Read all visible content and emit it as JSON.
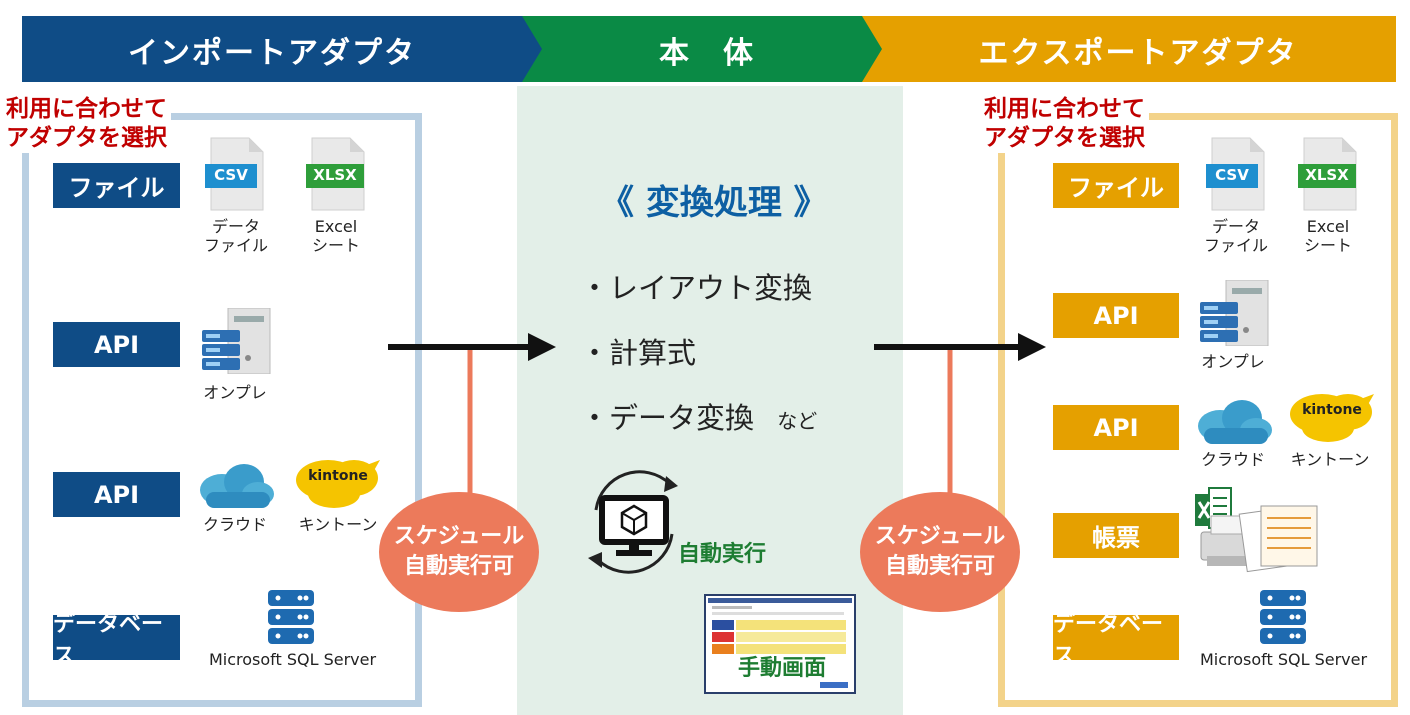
{
  "header": {
    "import_title": "インポートアダプタ",
    "core_title": "本　体",
    "export_title": "エクスポートアダプタ"
  },
  "colors": {
    "import_blue": "#0f4c86",
    "core_green": "#0a8a45",
    "export_orange": "#e5a000",
    "note_red": "#c00000",
    "schedule_salmon": "#ec7a5b",
    "auto_green": "#1e7d32"
  },
  "import": {
    "note_line1": "利用に合わせて",
    "note_line2": "アダプタを選択",
    "tags": [
      "ファイル",
      "API",
      "API",
      "データベース"
    ],
    "csv_badge": "CSV",
    "xlsx_badge": "XLSX",
    "csv_cap1": "データ",
    "csv_cap2": "ファイル",
    "xlsx_cap1": "Excel",
    "xlsx_cap2": "シート",
    "onprem_cap": "オンプレ",
    "cloud_cap": "クラウド",
    "kintone_badge": "kintone",
    "kintone_cap": "キントーン",
    "db_cap": "Microsoft SQL Server"
  },
  "core": {
    "title": "《 変換処理 》",
    "items": [
      "・レイアウト変換",
      "・計算式",
      "・データ変換"
    ],
    "etc": "など",
    "auto_label": "自動実行",
    "manual_label": "手動画面"
  },
  "schedule": {
    "line1": "スケジュール",
    "line2": "自動実行可"
  },
  "export": {
    "note_line1": "利用に合わせて",
    "note_line2": "アダプタを選択",
    "tags": [
      "ファイル",
      "API",
      "API",
      "帳票",
      "データベース"
    ],
    "csv_badge": "CSV",
    "xlsx_badge": "XLSX",
    "csv_cap1": "データ",
    "csv_cap2": "ファイル",
    "xlsx_cap1": "Excel",
    "xlsx_cap2": "シート",
    "onprem_cap": "オンプレ",
    "cloud_cap": "クラウド",
    "kintone_badge": "kintone",
    "kintone_cap": "キントーン",
    "db_cap": "Microsoft SQL Server"
  }
}
